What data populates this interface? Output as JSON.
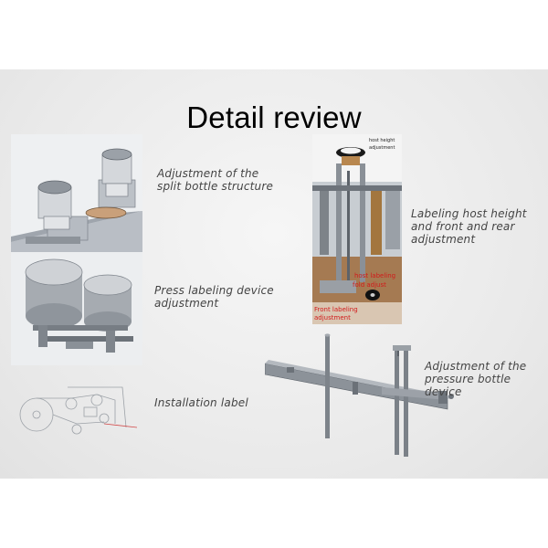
{
  "title": "Detail review",
  "captions": {
    "split_bottle": [
      "Adjustment of the",
      "split bottle structure"
    ],
    "press_labeling": [
      "Press labeling device",
      "adjustment"
    ],
    "installation": [
      "Installation label"
    ],
    "host_height": [
      "Labeling host height",
      "and front and rear",
      "adjustment"
    ],
    "pressure_bottle": [
      "Adjustment of the",
      "pressure bottle device"
    ]
  },
  "photo_labels": {
    "host_height": "host height",
    "adjustment": "adjustment",
    "host_labeling": "host labeling",
    "fold_adjust": "fold adjust",
    "front_labeling": "Front labeling",
    "adjustment_2": "adjustment"
  }
}
